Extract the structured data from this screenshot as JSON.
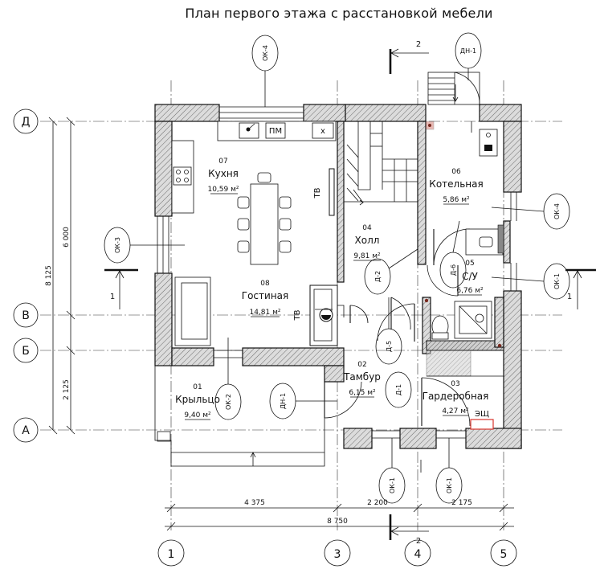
{
  "title": "План первого этажа с расстановкой мебели",
  "axes": {
    "rows": [
      "Д",
      "В",
      "Б",
      "А"
    ],
    "cols": [
      "1",
      "3",
      "4",
      "5"
    ]
  },
  "rooms": [
    {
      "id": "r01",
      "num": "01",
      "name": "Крыльцо",
      "area": "9,40 м²"
    },
    {
      "id": "r02",
      "num": "02",
      "name": "Тамбур",
      "area": "6,15 м²"
    },
    {
      "id": "r03",
      "num": "03",
      "name": "Гардеробная",
      "area": "4,27 м²"
    },
    {
      "id": "r04",
      "num": "04",
      "name": "Холл",
      "area": "9,81 м²"
    },
    {
      "id": "r05",
      "num": "05",
      "name": "С/У",
      "area": "6,76 м²"
    },
    {
      "id": "r06",
      "num": "06",
      "name": "Котельная",
      "area": "5,86 м²"
    },
    {
      "id": "r07",
      "num": "07",
      "name": "Кухня",
      "area": "10,59 м²"
    },
    {
      "id": "r08",
      "num": "08",
      "name": "Гостиная",
      "area": "14,81 м²"
    }
  ],
  "dimensions": {
    "total_height": "8 125",
    "upper_height": "6 000",
    "lower_height": "2 125",
    "span_1_3": "4 375",
    "span_3_4": "2 200",
    "span_4_5": "2 175",
    "total_width": "8 750"
  },
  "tags": {
    "ok4_top": "ОК-4",
    "dn1_top": "ДН-1",
    "ok3": "ОК-3",
    "ok2": "ОК-2",
    "ok4_right": "ОК-4",
    "ok1_right": "ОК-1",
    "d2": "Д-2",
    "d6": "Д-6",
    "d5": "Д-5",
    "dn1_mid": "ДН-1",
    "d1": "Д-1",
    "ok1_b1": "ОК-1",
    "ok1_b2": "ОК-1"
  },
  "labels": {
    "pm": "ПМ",
    "tv1": "ТВ",
    "tv2": "ТВ",
    "panel": "ЭЩ",
    "x_mark": "x"
  },
  "section_marks": {
    "left": "1",
    "right": "1",
    "top": "2",
    "bottom": "2"
  }
}
